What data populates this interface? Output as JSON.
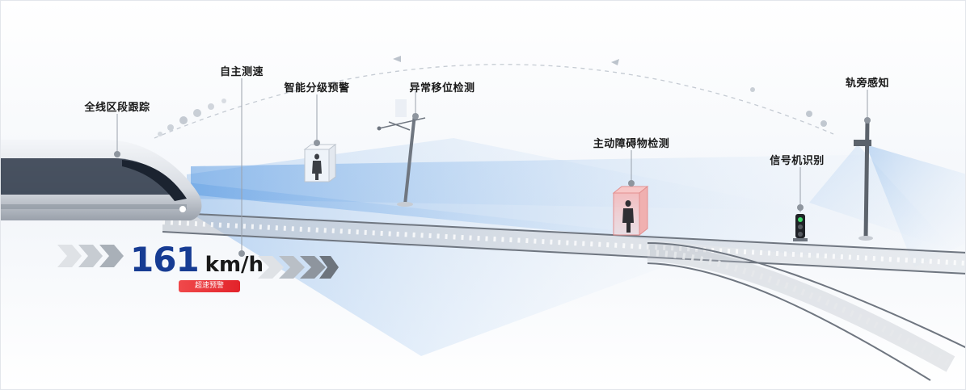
{
  "labels": {
    "full_section_tracking": "全线区段跟踪",
    "autonomous_speed": "自主测速",
    "smart_warning": "智能分级预警",
    "abnormal_displacement": "异常移位检测",
    "active_obstacle": "主动障碍物检测",
    "signal_recognition": "信号机识别",
    "trackside_perception": "轨旁感知"
  },
  "speed": {
    "value": "161",
    "unit": "km/h",
    "warning": "超速预警"
  },
  "colors": {
    "speed_blue": "#173c93",
    "warning_red": "#e2232a",
    "beam_blue": "#a9c9ee",
    "arc_grey": "#c5cbd3"
  }
}
